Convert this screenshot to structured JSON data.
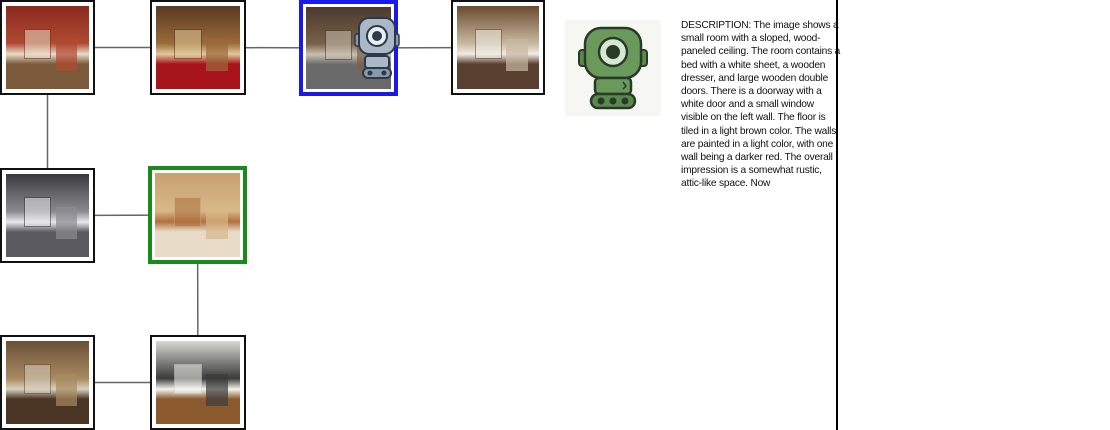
{
  "graph": {
    "nodes": [
      {
        "id": "n1",
        "label": "red-walled-living-room-photo",
        "state": "visited",
        "palette": {
          "bg": "#8a2a1e",
          "mid": "#b04a32",
          "floor": "#7a5a3a",
          "accent": "#e8dcc8"
        }
      },
      {
        "id": "n2",
        "label": "hotel-hallway-photo",
        "state": "visited",
        "palette": {
          "bg": "#5a3a22",
          "mid": "#9a6a3a",
          "floor": "#a8141c",
          "accent": "#e0c89a"
        }
      },
      {
        "id": "n3",
        "label": "cluttered-attic-photo",
        "state": "current",
        "palette": {
          "bg": "#4a3a2e",
          "mid": "#7a6048",
          "floor": "#6a6a6a",
          "accent": "#c8c0b0"
        }
      },
      {
        "id": "n4",
        "label": "kitchen-with-shelves-photo",
        "state": "visited",
        "palette": {
          "bg": "#6a4a30",
          "mid": "#c8b8a0",
          "floor": "#5a4030",
          "accent": "#f0ece4"
        }
      },
      {
        "id": "n5",
        "label": "storage-room-clutter-photo",
        "state": "visited",
        "palette": {
          "bg": "#3a3a3e",
          "mid": "#8a8a90",
          "floor": "#5a5a60",
          "accent": "#e8e8ec"
        }
      },
      {
        "id": "n6",
        "label": "attic-room-wooden-doors-photo",
        "state": "target",
        "palette": {
          "bg": "#c8a070",
          "mid": "#d8b888",
          "floor": "#e8dcc8",
          "accent": "#b07040"
        }
      },
      {
        "id": "n7",
        "label": "dining-room-round-table-photo",
        "state": "visited",
        "palette": {
          "bg": "#6a5038",
          "mid": "#a88a60",
          "floor": "#4a3424",
          "accent": "#d8d0c0"
        }
      },
      {
        "id": "n8",
        "label": "office-room-wood-floor-photo",
        "state": "visited",
        "palette": {
          "bg": "#d8d8d4",
          "mid": "#3a3a3a",
          "floor": "#8a5a2e",
          "accent": "#f4f4f0"
        }
      }
    ],
    "edges": [
      [
        "n1",
        "n2"
      ],
      [
        "n2",
        "n3"
      ],
      [
        "n3",
        "n4"
      ],
      [
        "n1",
        "n5"
      ],
      [
        "n5",
        "n6"
      ],
      [
        "n6",
        "n8"
      ],
      [
        "n7",
        "n8"
      ]
    ]
  },
  "agent": {
    "icon": "robot-icon",
    "overlay_color": "#aab8c8",
    "avatar_color": "#6a9a5a"
  },
  "description": "DESCRIPTION: The image shows a small room with a sloped, wood-paneled ceiling. The room contains a bed with a white sheet, a wooden dresser, and large wooden double doors. There is a doorway with a white door and a small window visible on the left wall. The floor is tiled in a light brown color. The walls are painted in a light color, with one wall being a darker red. The overall impression is a somewhat rustic, attic-like space.   Now"
}
